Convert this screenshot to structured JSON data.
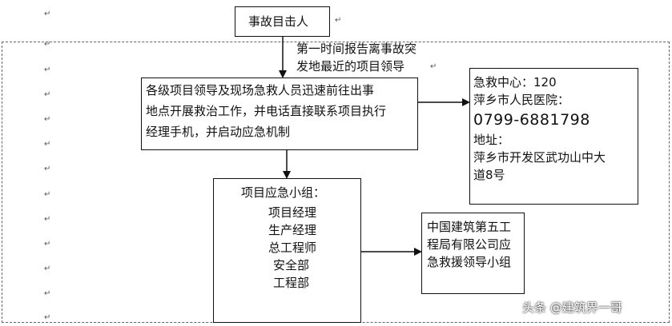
{
  "witness_box": {
    "text": "事故目击人"
  },
  "report_label": {
    "line1": "第一时间报告离事故突",
    "line2": "发地最近的项目领导"
  },
  "rescue_box": {
    "lines": [
      "各级项目领导及现场急救人员迅速前往出事",
      "地点开展救治工作，并电话直接联系项目执行",
      "经理手机，并启动应急机制"
    ]
  },
  "hospital_box": {
    "emergency": "急救中心：120",
    "hospital_name": "萍乡市人民医院：",
    "phone": "0799-6881798",
    "address_label": "地址：",
    "address_line1": "萍乡市开发区武功山中大",
    "address_line2": "道8号"
  },
  "team_box": {
    "title": "项目应急小组：",
    "members": [
      "项目经理",
      "生产经理",
      "总工程师",
      "安全部",
      "工程部"
    ]
  },
  "company_box": {
    "lines": [
      "中国建筑第五工",
      "程局有限公司应",
      "急救援领导小组"
    ]
  },
  "watermark": "头条 @建筑界一哥",
  "paragraph_mark": "↵"
}
